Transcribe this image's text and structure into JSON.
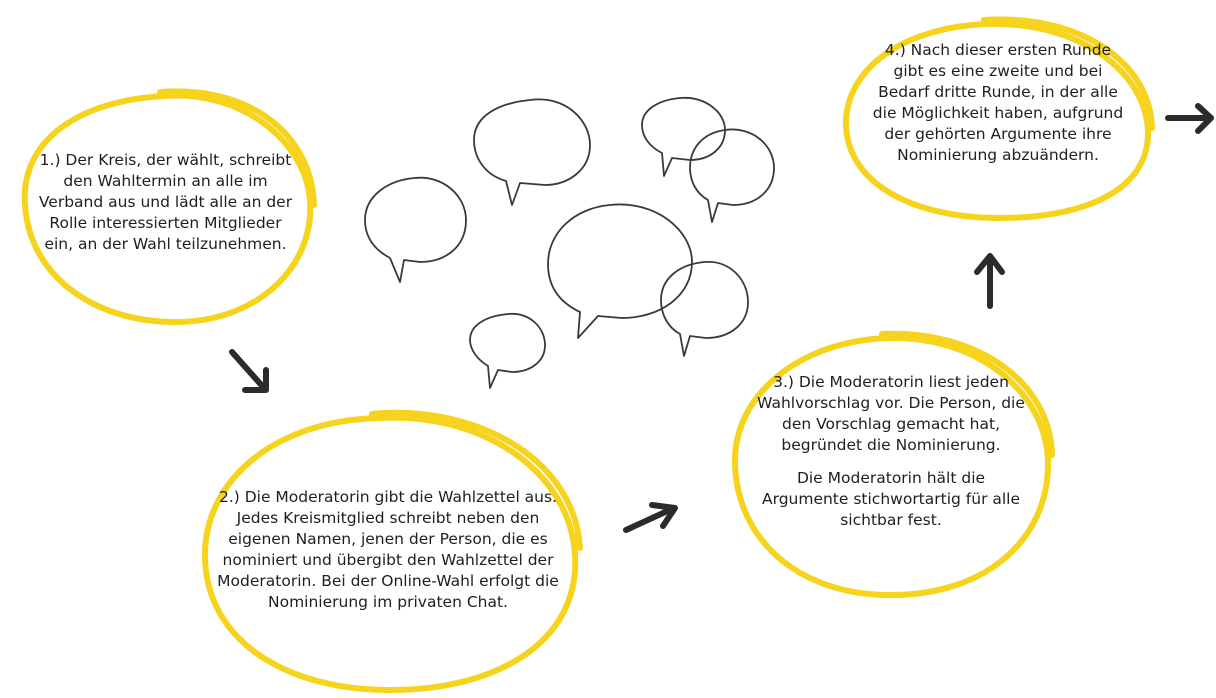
{
  "accent_color": "#f6d31c",
  "line_color": "#3a3a3a",
  "arrow_color": "#2b2b2b",
  "steps": [
    {
      "id": "step-1",
      "text": "1.) Der Kreis, der wählt, schreibt den Wahltermin an alle im Verband aus und lädt alle an der Rolle interessierten Mitglieder ein, an der Wahl teilzunehmen."
    },
    {
      "id": "step-2",
      "text": "2.) Die Moderatorin gibt die Wahlzettel aus. Jedes Kreismitglied schreibt neben den eigenen Namen, jenen der Person, die es nominiert und übergibt den Wahlzettel der Moderatorin. Bei der Online-Wahl erfolgt die Nominierung im privaten Chat."
    },
    {
      "id": "step-3",
      "text": "3.) Die Moderatorin liest jeden Wahlvorschlag vor. Die Person, die den Vorschlag gemacht hat, begründet die Nominierung.",
      "note": "Die Moderatorin hält die Argumente stichwortartig für alle sichtbar fest."
    },
    {
      "id": "step-4",
      "text": "4.) Nach dieser ersten Runde gibt es eine zweite und bei Bedarf dritte Runde, in der alle die Möglichkeit haben, aufgrund der gehörten Argumente ihre Nominierung abzuändern."
    }
  ],
  "icons": [
    "speech-bubble-icon",
    "arrow-down-right-icon",
    "arrow-up-right-icon",
    "arrow-up-icon",
    "arrow-right-icon"
  ]
}
